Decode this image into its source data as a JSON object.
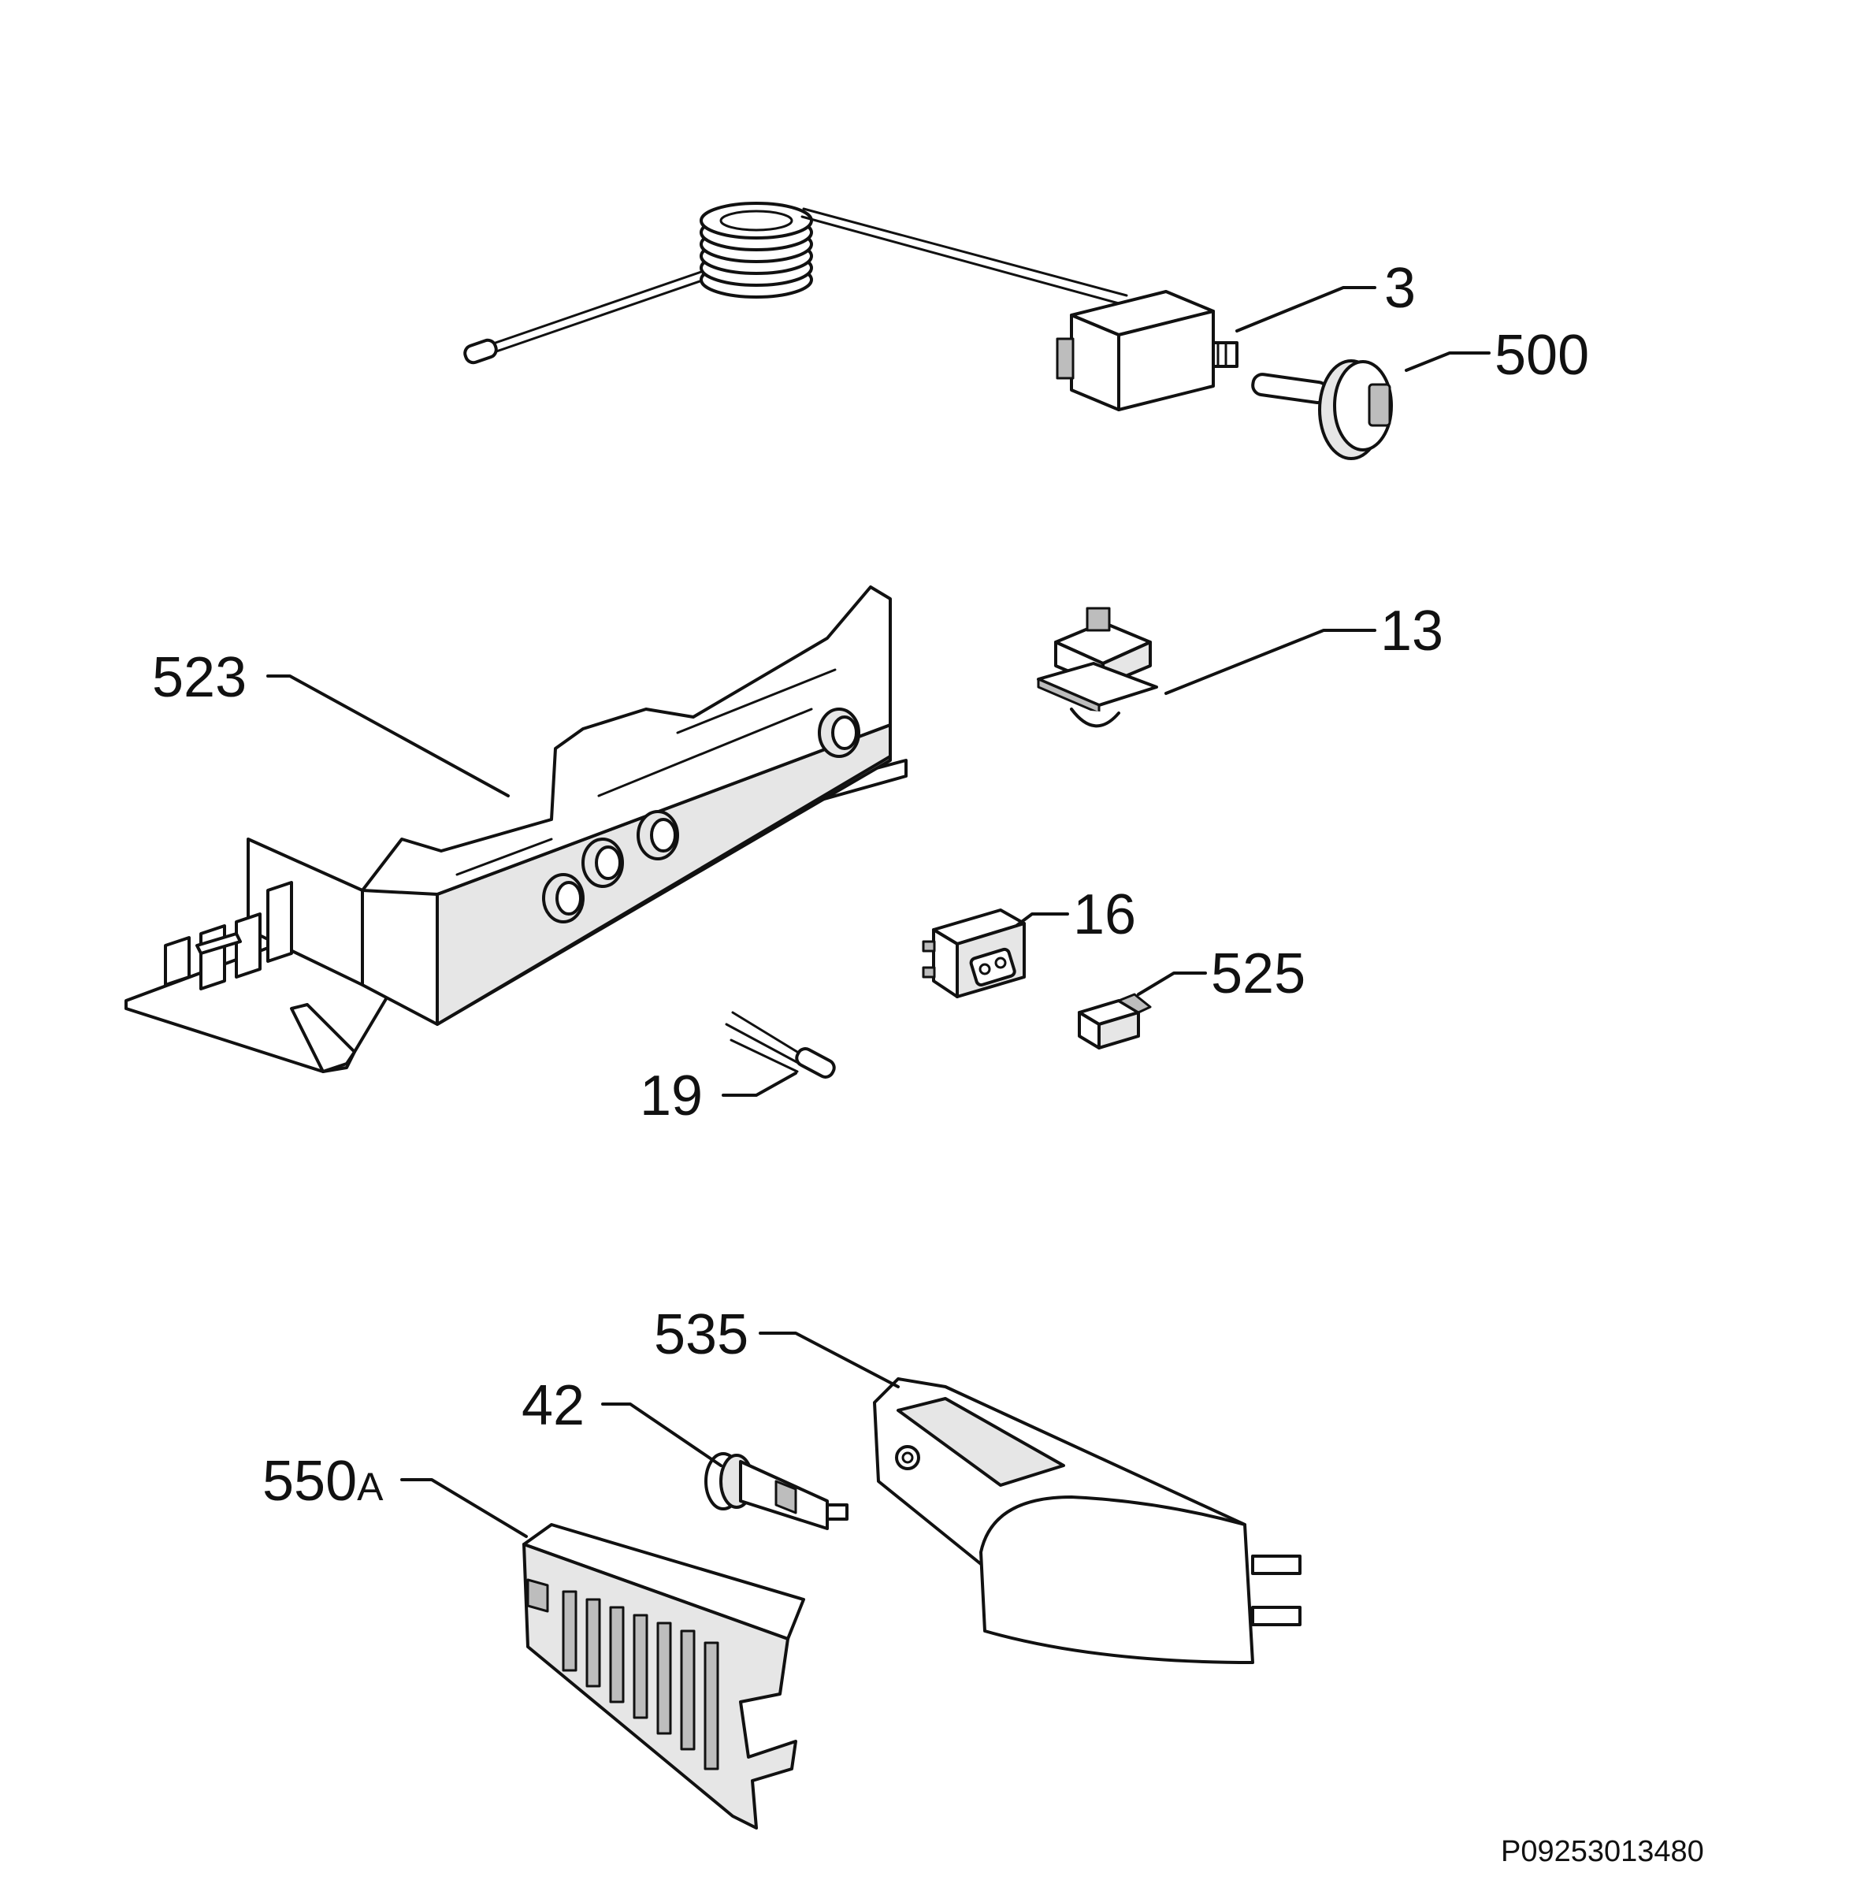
{
  "callouts": {
    "c3": "3",
    "c500": "500",
    "c13": "13",
    "c523": "523",
    "c16": "16",
    "c525": "525",
    "c19": "19",
    "c535": "535",
    "c42": "42",
    "c550a_num": "550",
    "c550a_suffix": "A"
  },
  "drawing_code": "P09253013480"
}
